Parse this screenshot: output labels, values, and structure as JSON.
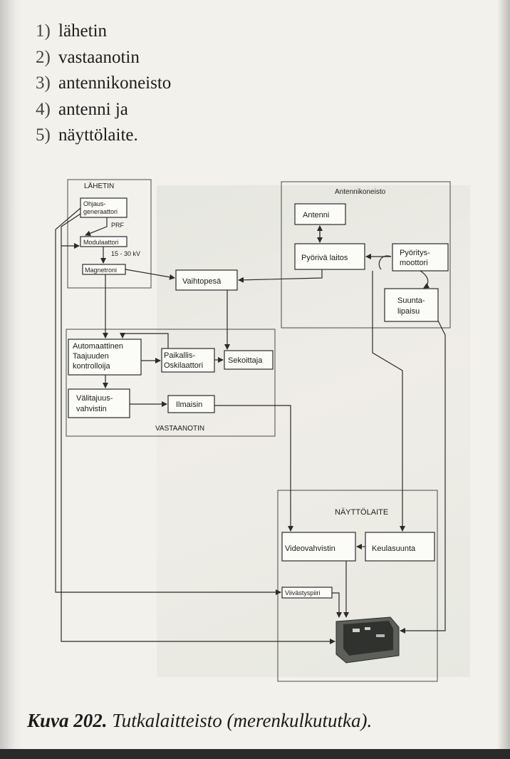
{
  "list": [
    {
      "num": "1)",
      "text": "lähetin"
    },
    {
      "num": "2)",
      "text": "vastaanotin"
    },
    {
      "num": "3)",
      "text": "antennikoneisto"
    },
    {
      "num": "4)",
      "text": "antenni ja"
    },
    {
      "num": "5)",
      "text": "näyttölaite."
    }
  ],
  "diagram": {
    "groups": {
      "transmitter": "LÄHETIN",
      "antenna_unit": "Antennikoneisto",
      "receiver": "VASTAANOTIN",
      "display": "NÄYTTÖLAITE"
    },
    "blocks": {
      "control_generator": [
        "Ohjaus-",
        "generaattori"
      ],
      "modulator": "Modulaattori",
      "magnetron": "Magnetroni",
      "duplexer": "Vaihtopesä",
      "antenna": "Antenni",
      "rotating_unit": "Pyörivä laitos",
      "rotation_motor": [
        "Pyöritys-",
        "moottori"
      ],
      "direction_transmitter": [
        "Suunta-",
        "lipaisu"
      ],
      "afc": [
        "Automaattinen",
        "Taajuuden",
        "kontrolloija"
      ],
      "local_oscillator": [
        "Paikallis-",
        "Oskilaattori"
      ],
      "mixer": "Sekoittaja",
      "if_amplifier": [
        "Välitajuus-",
        "vahvistin"
      ],
      "detector": "Ilmaisin",
      "video_amplifier": "Videovahvistin",
      "heading": "Keulasuunta",
      "delay_circuit": "Viivästyspiiri"
    },
    "labels": {
      "prf": "PRF",
      "voltage": "15 - 30 kV"
    },
    "screen_icon": "radar-display-screen"
  },
  "caption": {
    "label": "Kuva 202.",
    "text": "Tutkalaitteisto (merenkulkututka)."
  }
}
